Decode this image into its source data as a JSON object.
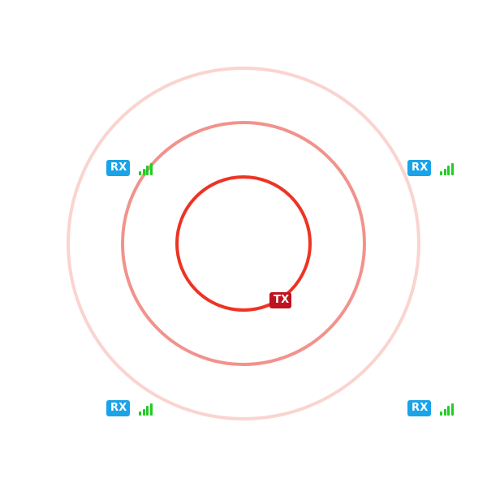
{
  "colors": {
    "ring_inner": "#EE3322",
    "ring_middle": "#F2928C",
    "ring_outer": "#FAD4CF",
    "rx_badge": "#1BA3E8",
    "tx_badge": "#C0121F",
    "signal": "#22CC22"
  },
  "transmitter": {
    "label": "TX"
  },
  "receivers": [
    {
      "label": "RX",
      "signal_bars": 4,
      "icon": "signal-bars-icon"
    },
    {
      "label": "RX",
      "signal_bars": 4,
      "icon": "signal-bars-icon"
    },
    {
      "label": "RX",
      "signal_bars": 4,
      "icon": "signal-bars-icon"
    },
    {
      "label": "RX",
      "signal_bars": 4,
      "icon": "signal-bars-icon"
    }
  ]
}
